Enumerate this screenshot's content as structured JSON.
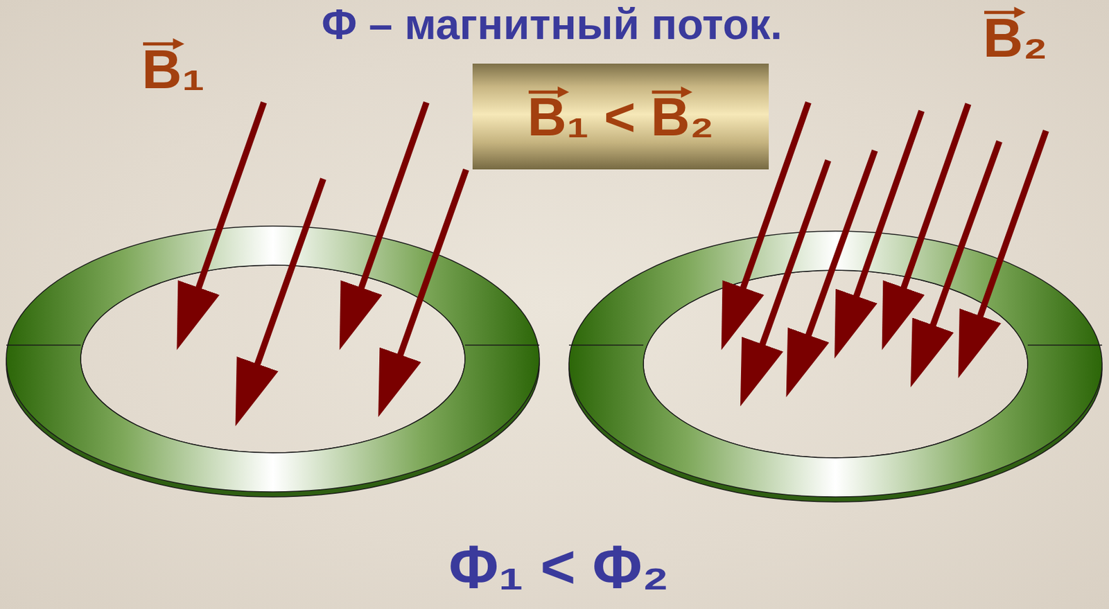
{
  "diagram": {
    "title": "Φ – магнитный поток.",
    "caption": "Φ₁ < Φ₂",
    "nodes": [
      {
        "text": [
          "B₁ < B₂"
        ]
      }
    ],
    "labels": [
      "B₁",
      "B₂"
    ]
  }
}
